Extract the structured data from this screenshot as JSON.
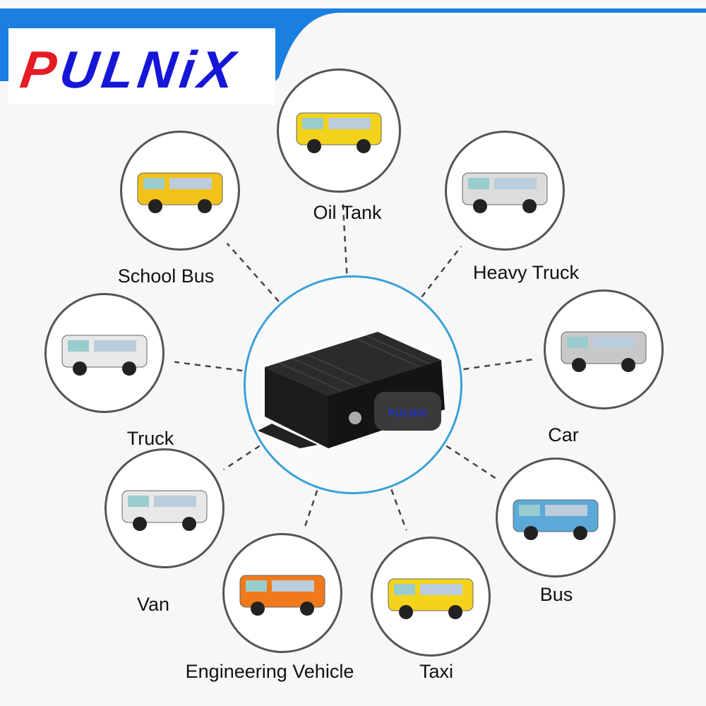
{
  "brand": {
    "logo_text_red": "P",
    "logo_text_blue": "ULNiX",
    "device_label": "PULNIX",
    "colors": {
      "red": "#e51c23",
      "blue": "#1616d8",
      "banner": "#1a7fe0",
      "center_ring": "#3aa0d8"
    }
  },
  "vehicles": [
    {
      "label": "Oil Tank",
      "color": "#f2d21b"
    },
    {
      "label": "School Bus",
      "color": "#f2c21b"
    },
    {
      "label": "Heavy Truck",
      "color": "#dcdcdc"
    },
    {
      "label": "Truck",
      "color": "#e8e8e8"
    },
    {
      "label": "Car",
      "color": "#c8c8c8"
    },
    {
      "label": "Van",
      "color": "#e8e8e8"
    },
    {
      "label": "Bus",
      "color": "#5aa9d8"
    },
    {
      "label": "Engineering Vehicle",
      "color": "#f07a1a"
    },
    {
      "label": "Taxi",
      "color": "#f5d31a"
    }
  ]
}
